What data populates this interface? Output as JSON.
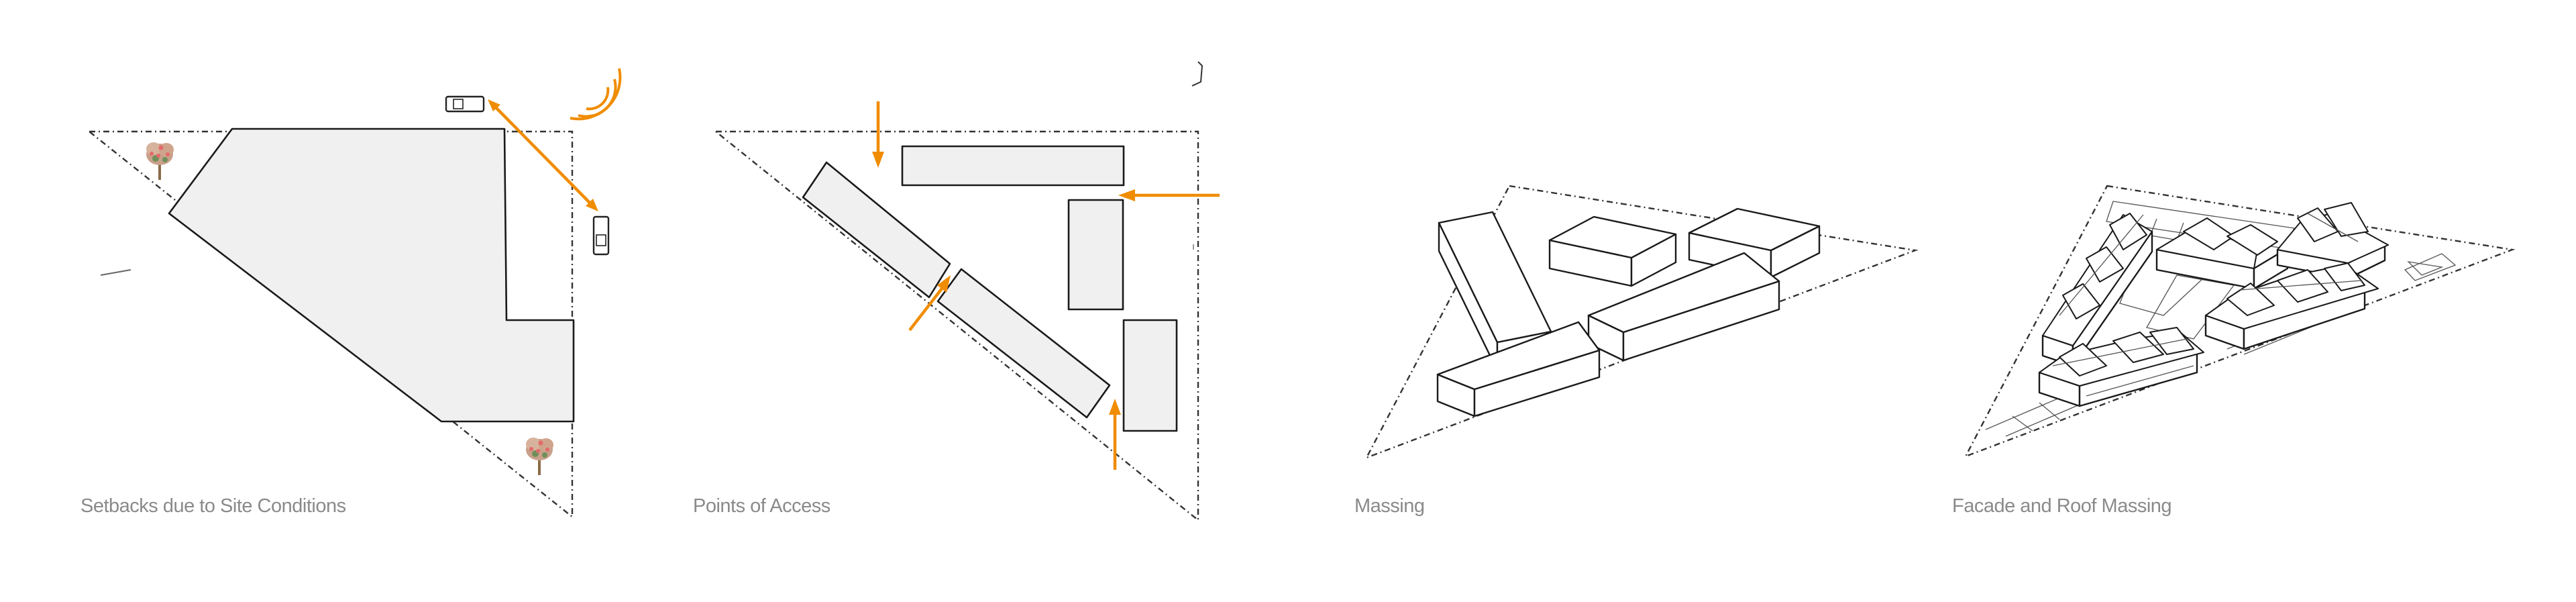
{
  "panels": [
    {
      "caption": "Setbacks due to Site Conditions"
    },
    {
      "caption": "Points of Access"
    },
    {
      "caption": "Massing"
    },
    {
      "caption": "Facade and Roof Massing"
    }
  ],
  "colors": {
    "accent": "#f08c00",
    "building_fill": "#f0f0f0",
    "outline": "#1a1a1a",
    "caption_text": "#8a8a8a",
    "tree_foliage": "#c9a08a",
    "tree_accent": "#e46a6a",
    "tree_leaf": "#6f8f5a"
  },
  "icons": [
    "tree-icon",
    "car-icon",
    "noise-wave-icon",
    "access-arrow-icon"
  ]
}
